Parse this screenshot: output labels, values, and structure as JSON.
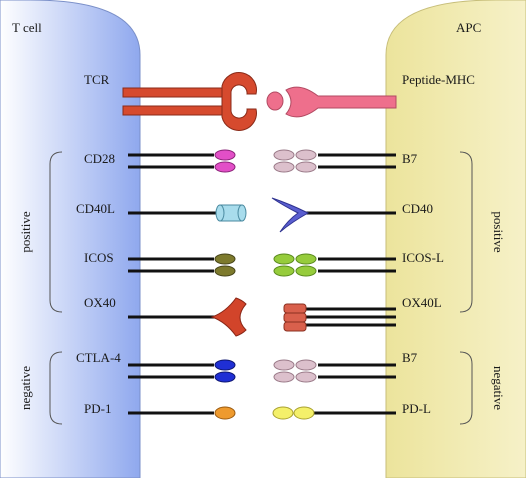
{
  "cells": {
    "left": {
      "label": "T cell",
      "color_light": "#ffffff",
      "color_dark": "#8fa8ee"
    },
    "right": {
      "label": "APC",
      "color_light": "#f6f1c8",
      "color_dark": "#ece49c"
    }
  },
  "groups": {
    "left_positive": "positive",
    "left_negative": "negative",
    "right_positive": "positive",
    "right_negative": "negative"
  },
  "pairs": [
    {
      "id": "tcr",
      "left": "TCR",
      "right": "Peptide-MHC"
    },
    {
      "id": "cd28",
      "left": "CD28",
      "right": "B7"
    },
    {
      "id": "cd40",
      "left": "CD40L",
      "right": "CD40"
    },
    {
      "id": "icos",
      "left": "ICOS",
      "right": "ICOS-L"
    },
    {
      "id": "ox40",
      "left": "OX40",
      "right": "OX40L"
    },
    {
      "id": "ctla4",
      "left": "CTLA-4",
      "right": "B7"
    },
    {
      "id": "pd1",
      "left": "PD-1",
      "right": "PD-L"
    }
  ],
  "colors": {
    "tcr": "#d64a2e",
    "mhc": "#ee6f8c",
    "cd28": "#e24fc7",
    "b7": "#dcc0cc",
    "cd40l": "#a8dcec",
    "cd40": "#5a5ed0",
    "icos": "#7d7a2c",
    "icosl": "#96cc3c",
    "ox40": "#d2442a",
    "ox40l": "#d9604c",
    "ctla4": "#1f2fd4",
    "pd1": "#ee9a2e",
    "pdl": "#f4f06a"
  }
}
